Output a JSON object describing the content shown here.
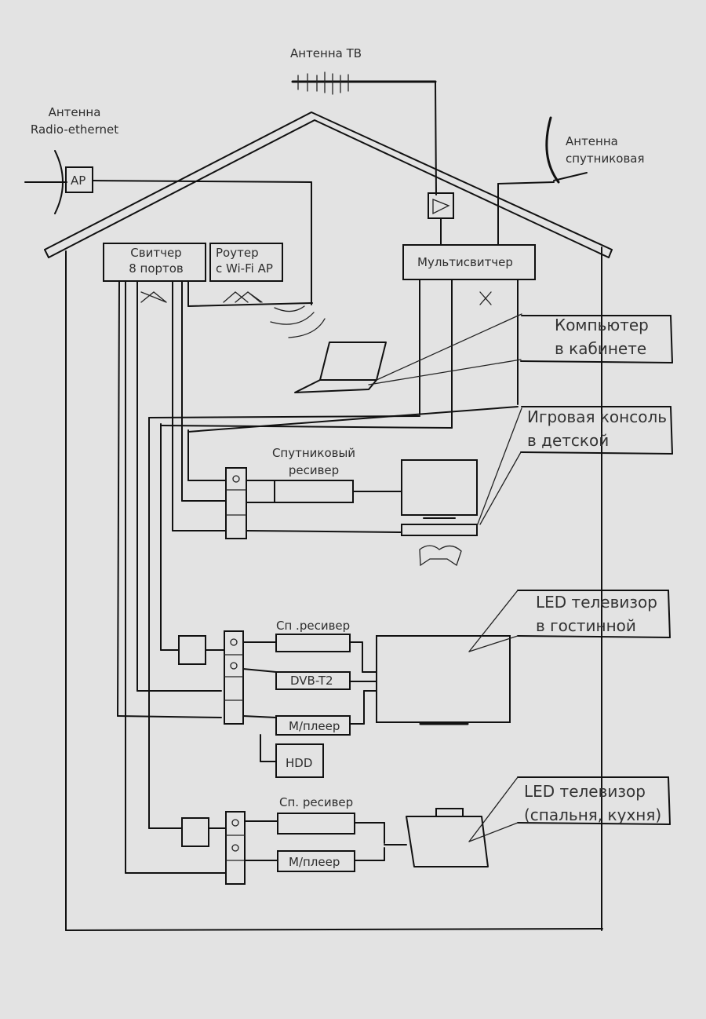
{
  "labels": {
    "antenna_radio_line1": "Антенна",
    "antenna_radio_line2": "Radio-ethernet",
    "ap": "AP",
    "antenna_tv": "Антенна ТВ",
    "antenna_sat_line1": "Антенна",
    "antenna_sat_line2": "спутниковая",
    "switch_line1": "Свитчер",
    "switch_line2": "8 портов",
    "router_line1": "Роутер",
    "router_line2": "с Wi-Fi AP",
    "multiswitch": "Мультисвитчер",
    "computer_line1": "Компьютер",
    "computer_line2": "в кабинете",
    "console_line1": "Игровая консоль",
    "console_line2": "в детской",
    "sat_receiver_line1": "Спутниковый",
    "sat_receiver_line2": "ресивер",
    "led_living_line1": "LED телевизор",
    "led_living_line2": "в гостинной",
    "sp_receiver_living": "Сп .ресивер",
    "dvb": "DVB-T2",
    "mplayer_living": "М/плеер",
    "hdd": "HDD",
    "sp_receiver_bedroom": "Сп. ресивер",
    "led_bedroom_line1": "LED телевизор",
    "led_bedroom_line2": "(спальня, кухня)",
    "mplayer_bedroom": "М/плеер"
  }
}
